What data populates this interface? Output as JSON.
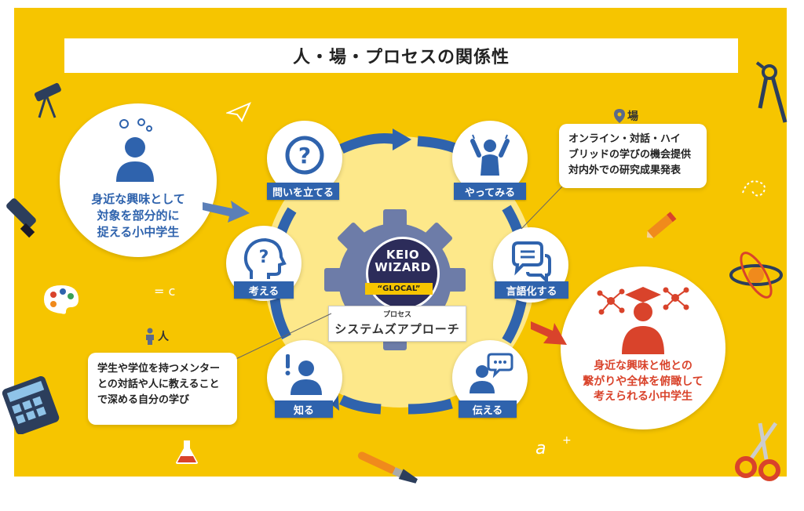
{
  "title": "人・場・プロセスの関係性",
  "nodes": {
    "question": "問いを立てる",
    "try": "やってみる",
    "verbalize": "言語化する",
    "convey": "伝える",
    "know": "知る",
    "think": "考える"
  },
  "center": {
    "logo_line1": "KEIO",
    "logo_line2": "WIZARD",
    "logo_badge": "“GLOCAL”",
    "process_label": "プロセス",
    "process_name": "システムズアプローチ"
  },
  "before": {
    "line1": "身近な興味として",
    "line2": "対象を部分的に",
    "line3": "捉える小中学生"
  },
  "after": {
    "line1": "身近な興味と他との",
    "line2": "繋がりや全体を俯瞰して",
    "line3": "考えられる小中学生"
  },
  "place": {
    "tag": "場",
    "line1": "オンライン・対話・ハイ",
    "line2": "ブリッドの学びの機会提供",
    "line3": "対内外での研究成果発表"
  },
  "person": {
    "tag": "人",
    "line1": "学生や学位を持つメンター",
    "line2": "との対話や人に教えること",
    "line3": "で深める自分の学び"
  },
  "decor": {
    "formula_c": "= c",
    "formula_a": "a",
    "formula_plus": "+"
  },
  "colors": {
    "background": "#f6c500",
    "primary_blue": "#2f63ad",
    "gear": "#6d7ca8",
    "accent_red": "#d9432b"
  }
}
